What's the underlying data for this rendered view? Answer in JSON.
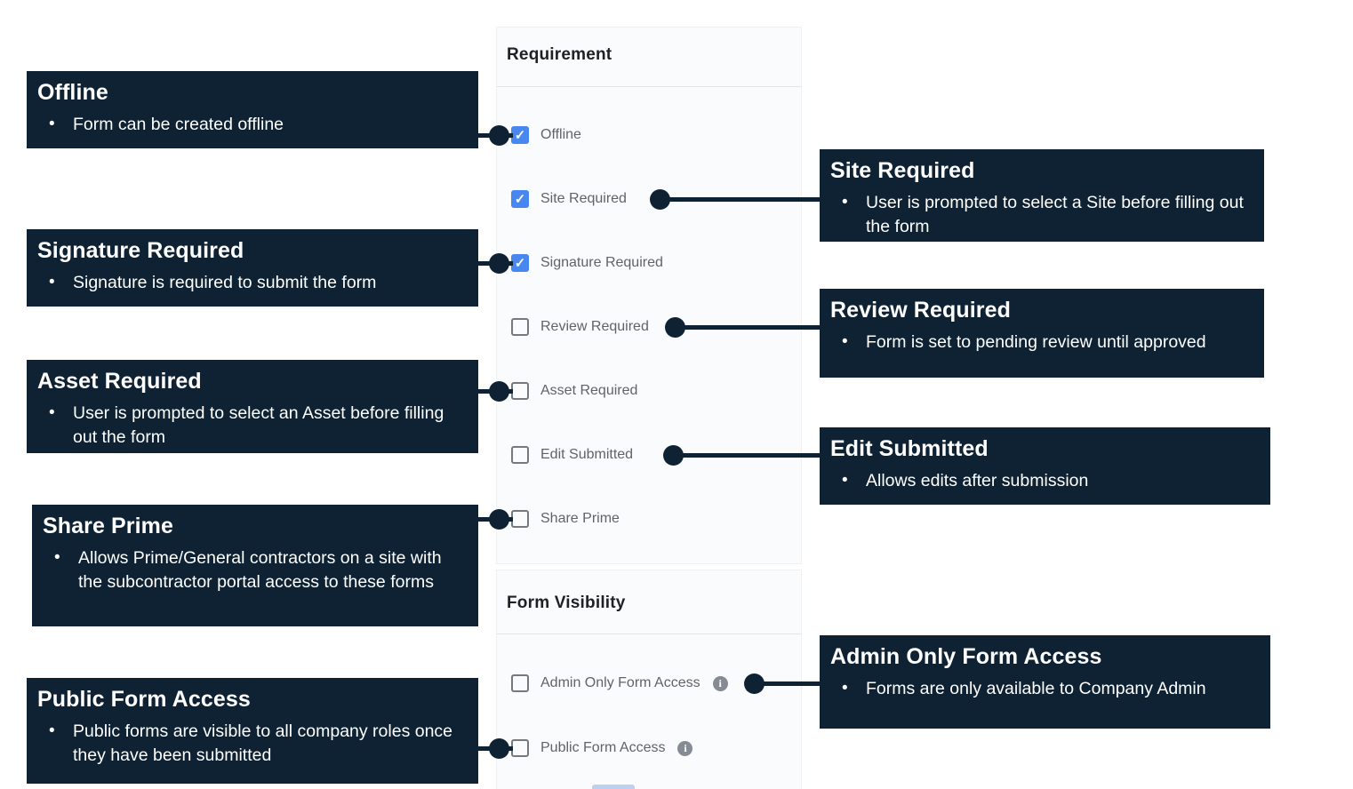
{
  "colors": {
    "navy": "#0e2234",
    "checkbox_blue": "#4787ef",
    "panel_bg": "#fafbfc",
    "divider": "#e1e4e8",
    "label_gray": "#5f6469",
    "header_dark": "#202124",
    "info_gray": "#848b93"
  },
  "panel": {
    "sections": [
      {
        "title": "Requirement",
        "items": [
          {
            "label": "Offline",
            "checked": true
          },
          {
            "label": "Site Required",
            "checked": true
          },
          {
            "label": "Signature Required",
            "checked": true
          },
          {
            "label": "Review Required",
            "checked": false
          },
          {
            "label": "Asset Required",
            "checked": false
          },
          {
            "label": "Edit Submitted",
            "checked": false
          },
          {
            "label": "Share Prime",
            "checked": false
          }
        ]
      },
      {
        "title": "Form Visibility",
        "items": [
          {
            "label": "Admin Only Form Access",
            "checked": false,
            "info_icon": true
          },
          {
            "label": "Public Form Access",
            "checked": false,
            "info_icon": true
          }
        ]
      }
    ]
  },
  "callouts": {
    "left": [
      {
        "title": "Offline",
        "bullets": [
          "Form can be created offline"
        ]
      },
      {
        "title": "Signature Required",
        "bullets": [
          "Signature is required to submit the form"
        ]
      },
      {
        "title": "Asset Required",
        "bullets": [
          "User is prompted to select an Asset before filling out the form"
        ]
      },
      {
        "title": "Share Prime",
        "bullets": [
          "Allows Prime/General contractors on a site with the subcontractor portal access to these forms"
        ]
      },
      {
        "title": "Public Form Access",
        "bullets": [
          "Public forms are visible to all company roles once they have been submitted"
        ]
      }
    ],
    "right": [
      {
        "title": "Site Required",
        "bullets": [
          "User is prompted to select a Site before filling out the form"
        ]
      },
      {
        "title": "Review Required",
        "bullets": [
          "Form is set to pending review until approved"
        ]
      },
      {
        "title": "Edit Submitted",
        "bullets": [
          "Allows edits after submission"
        ]
      },
      {
        "title": "Admin Only Form Access",
        "bullets": [
          "Forms are only available to Company Admin"
        ]
      }
    ]
  }
}
